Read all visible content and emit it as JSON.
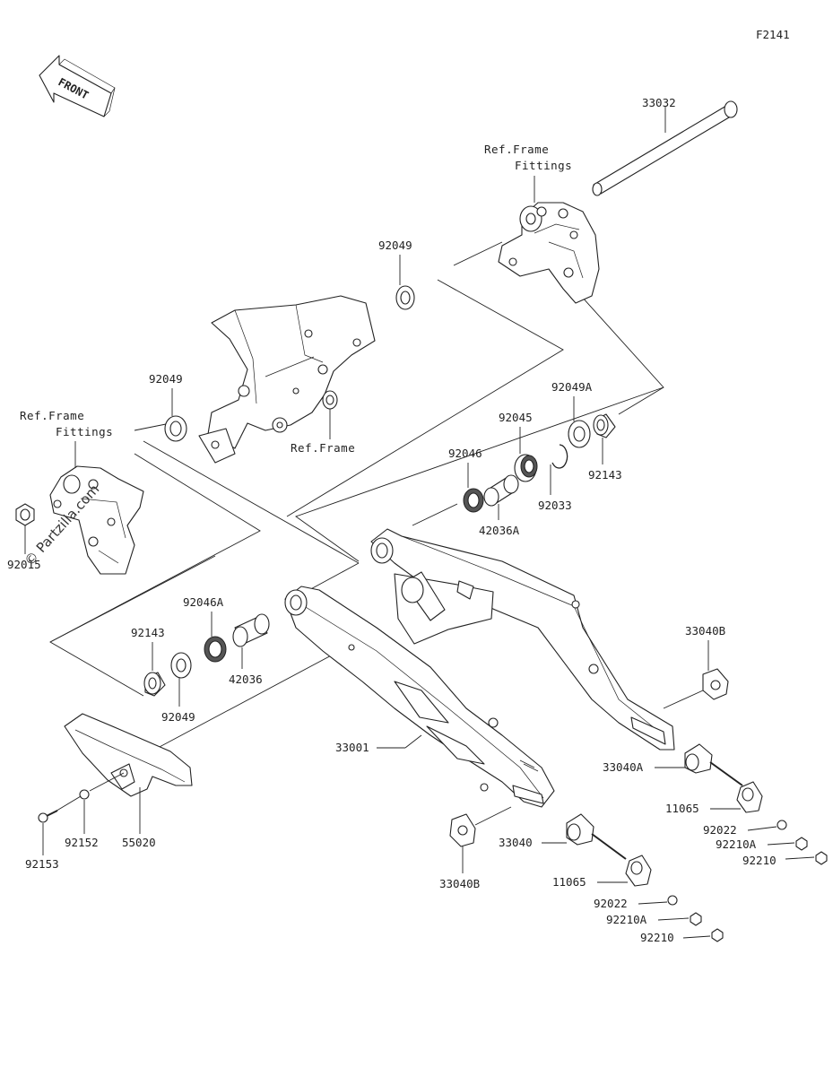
{
  "diagram": {
    "code": "F2141",
    "front_label": "FRONT",
    "watermark": "© Partzilla.com",
    "ref_frame_fittings_upper": [
      "Ref.Frame",
      "Fittings"
    ],
    "ref_frame_fittings_left": [
      "Ref.Frame",
      "Fittings"
    ],
    "ref_frame": "Ref.Frame",
    "parts": {
      "p33032": "33032",
      "p92049_top": "92049",
      "p92049_left": "92049",
      "p92049A": "92049A",
      "p92045": "92045",
      "p92046": "92046",
      "p92033": "92033",
      "p92143_right": "92143",
      "p42036A": "42036A",
      "p92015": "92015",
      "p92046A": "92046A",
      "p92143_left": "92143",
      "p42036": "42036",
      "p92049_bottom": "92049",
      "p33001": "33001",
      "p33040B_right": "33040B",
      "p33040A": "33040A",
      "p11065_right": "11065",
      "p92022_right": "92022",
      "p92210A_right": "92210A",
      "p92210_right": "92210",
      "p92153": "92153",
      "p92152": "92152",
      "p55020": "55020",
      "p33040B_bottom": "33040B",
      "p33040": "33040",
      "p11065_bottom": "11065",
      "p92022_bottom": "92022",
      "p92210A_bottom": "92210A",
      "p92210_bottom": "92210"
    }
  }
}
